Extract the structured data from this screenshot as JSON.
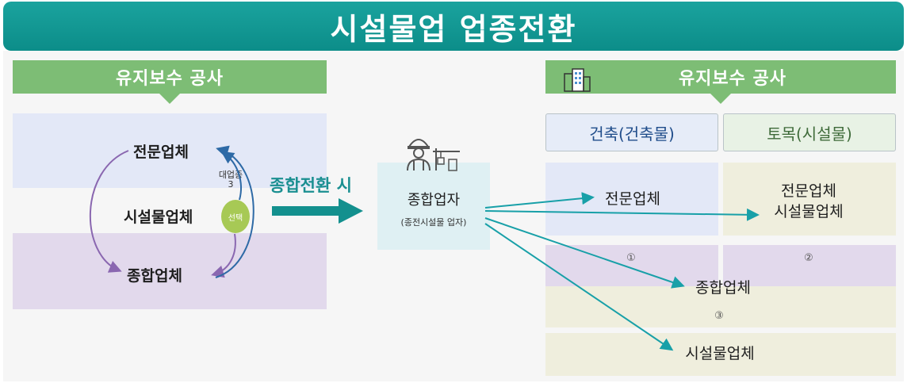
{
  "title": "시설물업 업종전환",
  "left": {
    "header": "유지보수 공사",
    "nodes": {
      "specialist": "전문업체",
      "facility": "시설물업체",
      "general": "종합업체"
    },
    "big_company_note": "대업종\n3",
    "select_label": "선택"
  },
  "transition_label": "종합전환 시",
  "center": {
    "title": "종합업자",
    "subtitle": "(종전시설물 업자)"
  },
  "right": {
    "header": "유지보수 공사",
    "tabs": {
      "building": "건축(건축물)",
      "civil": "토목(시설물)"
    },
    "cells": {
      "specialist": "전문업체",
      "specialist_facility": "전문업체\n시설물업체",
      "marker1": "①",
      "marker2": "②",
      "general": "종합업체",
      "marker3": "③",
      "facility": "시설물업체"
    }
  },
  "colors": {
    "teal": "#0c8d89",
    "green_header": "#7dbd75",
    "blue_cell": "#e3e8f7",
    "lavender_cell": "#e2d9ec",
    "beige_cell": "#efeedd",
    "center_box": "#dff0f3",
    "arrow_purple": "#8a67b0",
    "arrow_blue": "#2e6aa6",
    "arrow_teal": "#18a0a8"
  },
  "icons": [
    "building-icon",
    "worker-icon"
  ]
}
